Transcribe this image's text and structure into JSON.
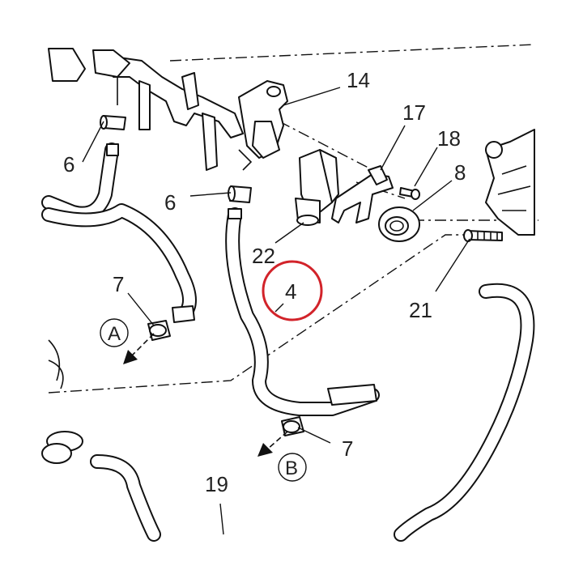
{
  "labels": {
    "l14": "14",
    "l17": "17",
    "l18": "18",
    "l8": "8",
    "l6a": "6",
    "l6b": "6",
    "l22": "22",
    "l4": "4",
    "l7a": "7",
    "l7b": "7",
    "l21": "21",
    "l19": "19",
    "refA": "A",
    "refB": "B"
  },
  "colors": {
    "highlight": "#d2232a",
    "line": "#111111"
  }
}
